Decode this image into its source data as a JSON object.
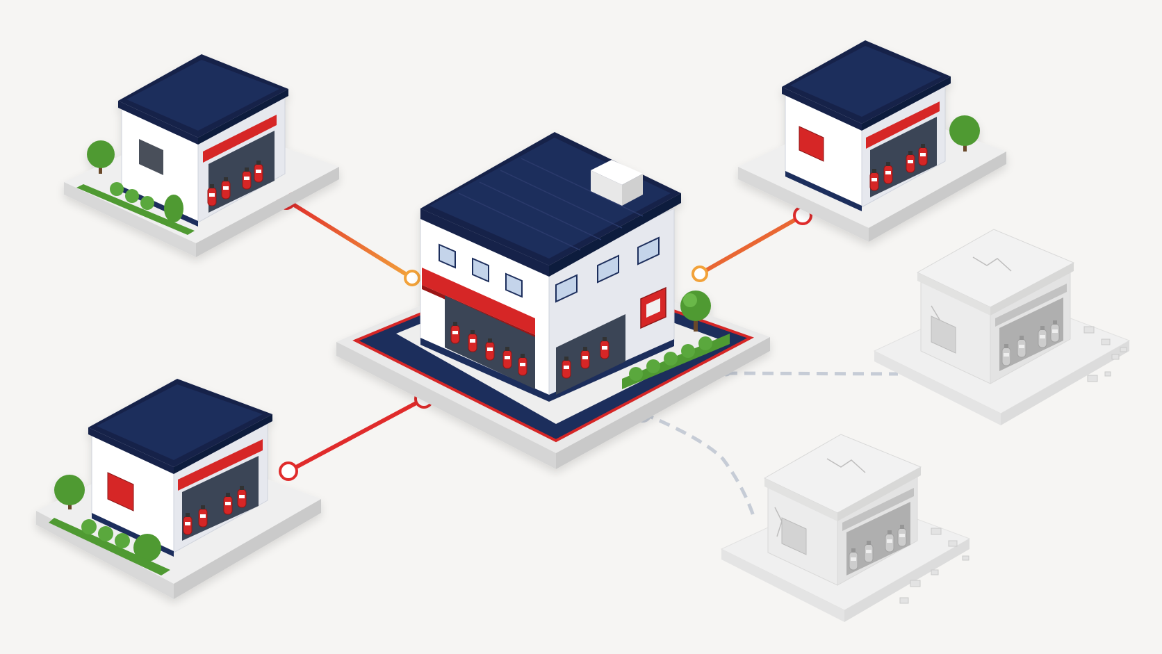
{
  "colors": {
    "background": "#f6f5f3",
    "roof": "#1f2d5c",
    "roof_edge": "#16224a",
    "wall": "#ffffff",
    "wall_shade": "#e6e8ee",
    "accent_red": "#d62828",
    "link_active": "#e02b2b",
    "link_glow": "#f2a23a",
    "link_inactive": "#c6ccd6",
    "tree": "#4f9a33",
    "inactive_building": "#e4e4e4"
  },
  "diagram": {
    "hub": {
      "name": "central-fire-station",
      "status": "active"
    },
    "branches": [
      {
        "name": "branch-top-left",
        "status": "active"
      },
      {
        "name": "branch-top-right",
        "status": "active"
      },
      {
        "name": "branch-bottom-left",
        "status": "active"
      },
      {
        "name": "branch-mid-right",
        "status": "inactive"
      },
      {
        "name": "branch-bottom-right",
        "status": "inactive"
      }
    ],
    "links": [
      {
        "from": "central-fire-station",
        "to": "branch-top-left",
        "status": "active"
      },
      {
        "from": "central-fire-station",
        "to": "branch-top-right",
        "status": "active"
      },
      {
        "from": "central-fire-station",
        "to": "branch-bottom-left",
        "status": "active"
      },
      {
        "from": "central-fire-station",
        "to": "branch-mid-right",
        "status": "inactive"
      },
      {
        "from": "central-fire-station",
        "to": "branch-bottom-right",
        "status": "inactive"
      }
    ],
    "icons": [
      "fire-extinguisher-icon",
      "fire-alarm-panel-icon",
      "tree-icon",
      "rubble-icon"
    ]
  }
}
